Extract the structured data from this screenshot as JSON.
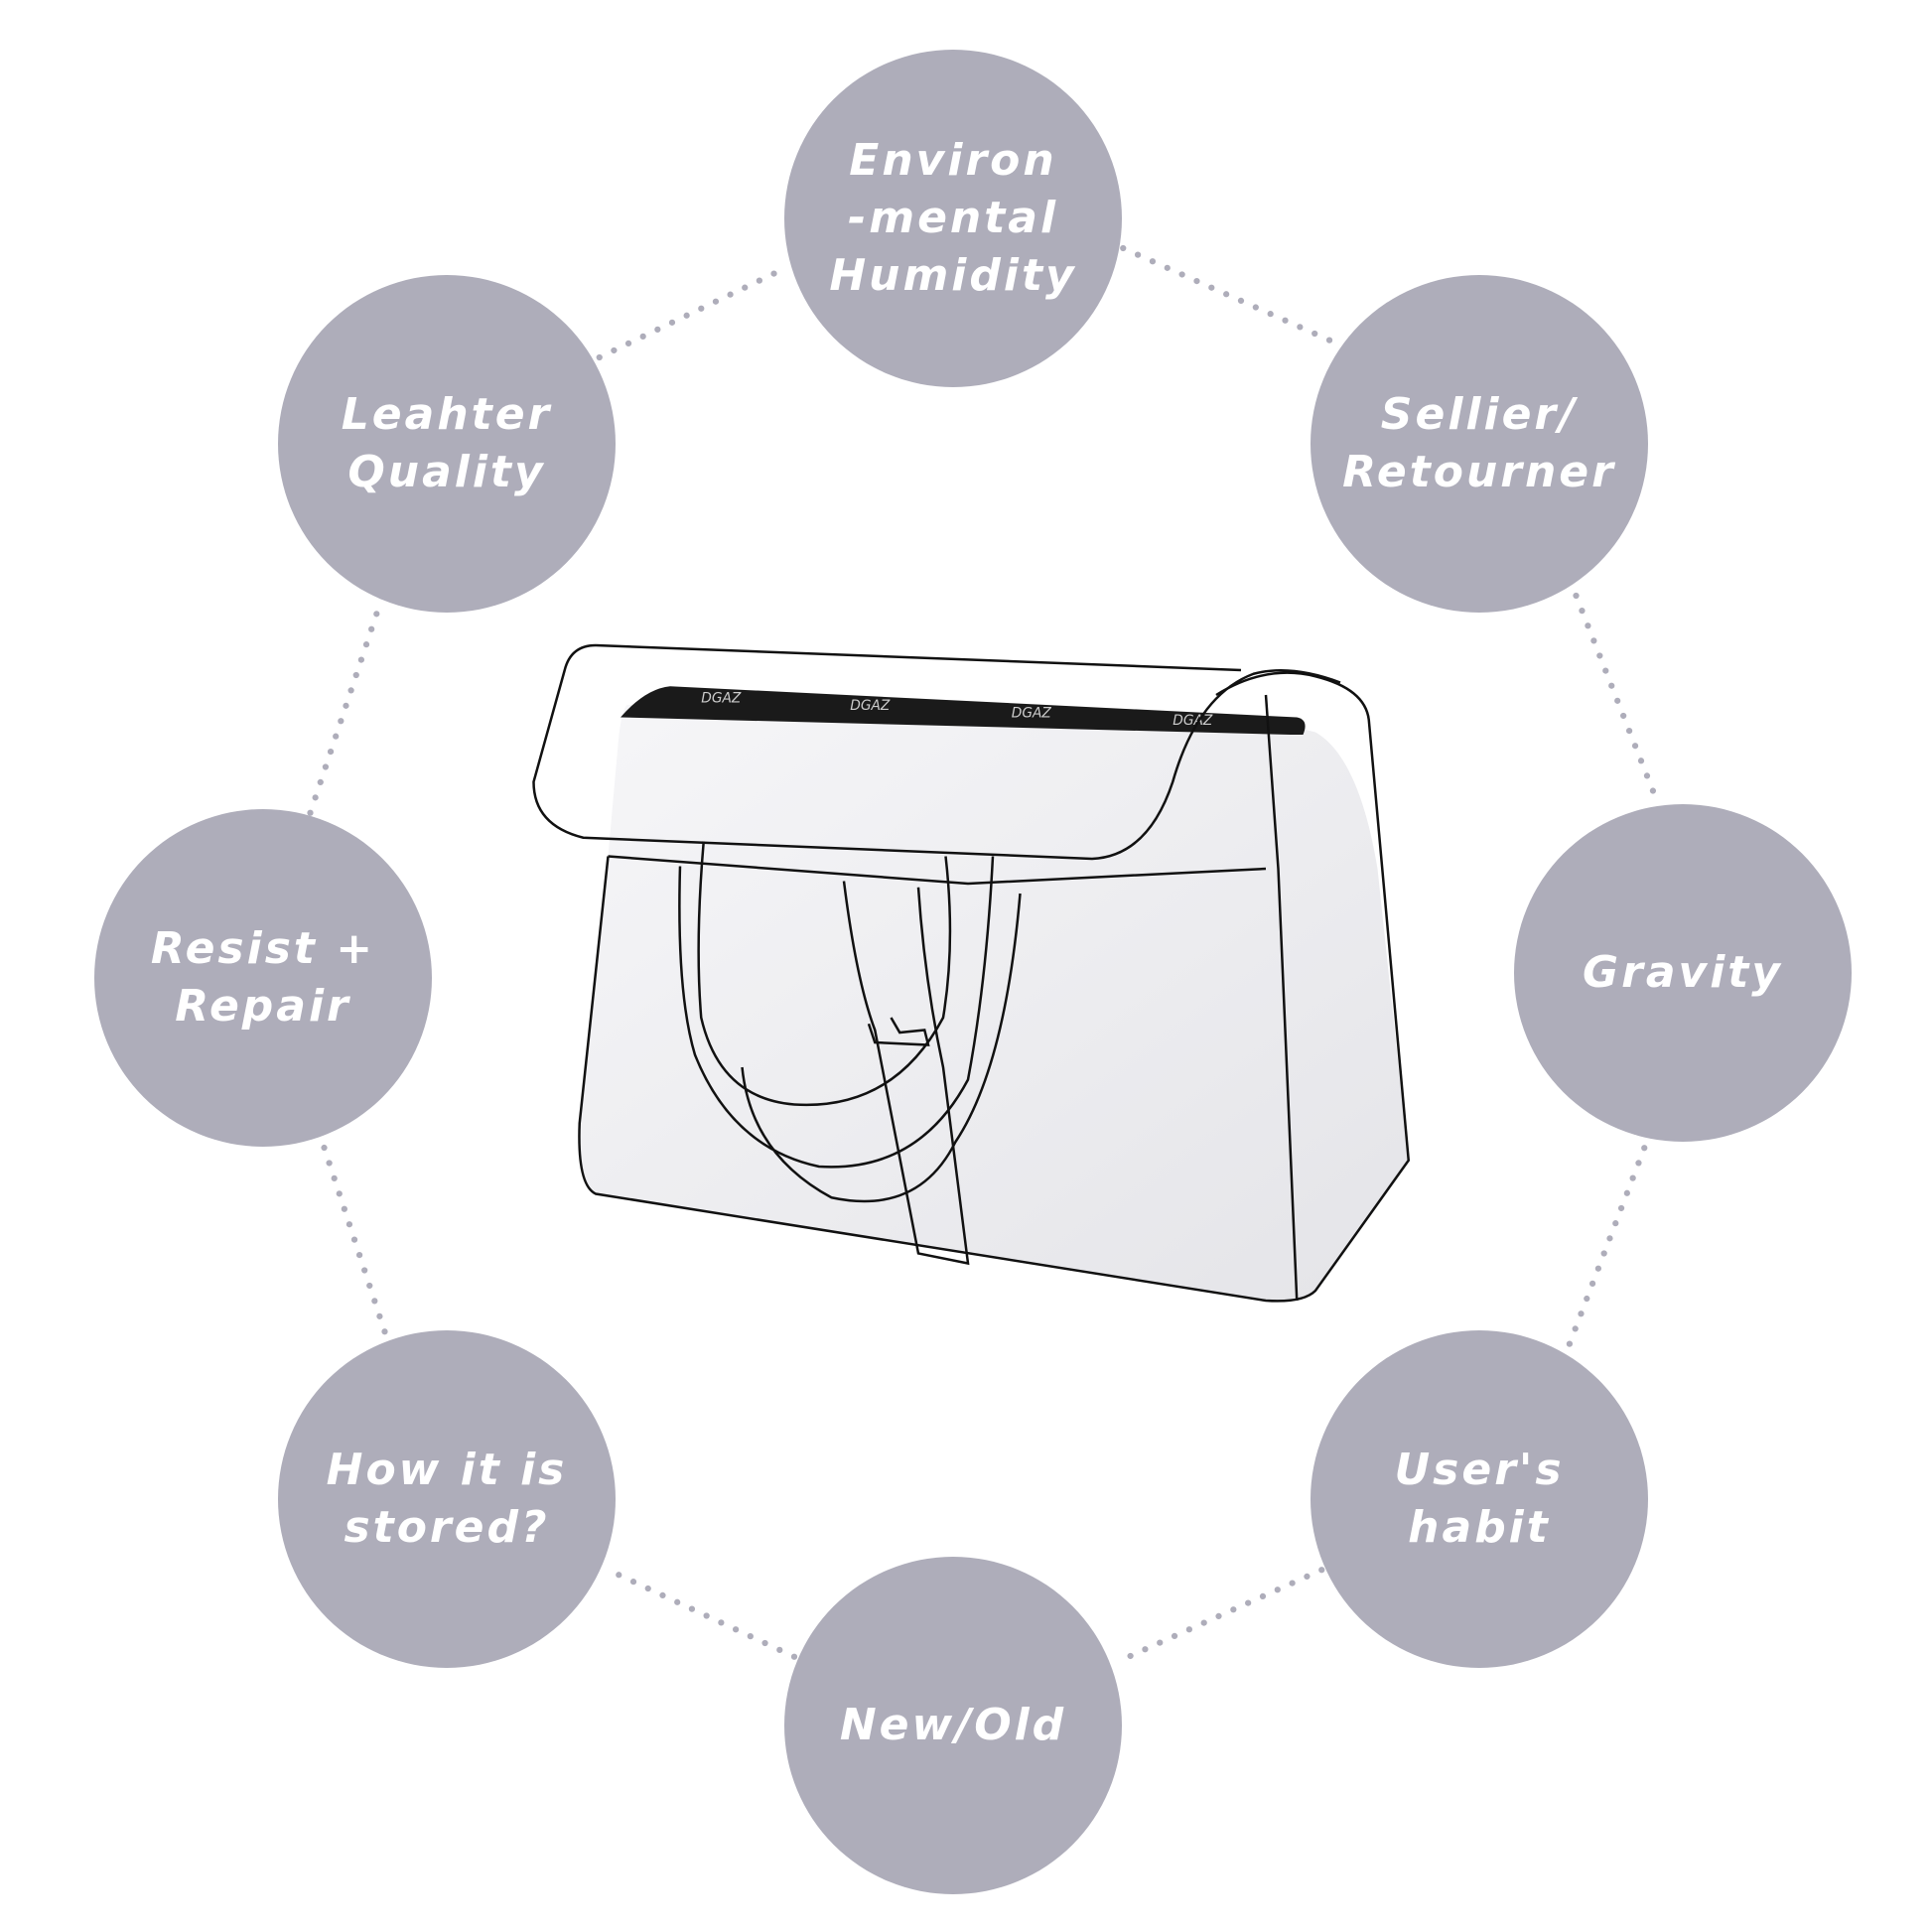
{
  "colors": {
    "circle": "#aeadba",
    "dots": "#aeadba",
    "strap": "#1a1a1a"
  },
  "bag": {
    "brand_label": "DGAZ"
  },
  "factors": [
    {
      "id": "humidity",
      "lines": [
        "Environ",
        "-mental",
        "Humidity"
      ]
    },
    {
      "id": "leather-quality",
      "lines": [
        "Leahter",
        "Quality"
      ]
    },
    {
      "id": "sellier",
      "lines": [
        "Sellier/",
        "Retourner"
      ]
    },
    {
      "id": "resist-repair",
      "lines": [
        "Resist +",
        "Repair"
      ]
    },
    {
      "id": "gravity",
      "lines": [
        "Gravity"
      ]
    },
    {
      "id": "storage",
      "lines": [
        "How it is",
        "stored?"
      ]
    },
    {
      "id": "user-habit",
      "lines": [
        "User's",
        "habit"
      ]
    },
    {
      "id": "new-old",
      "lines": [
        "New/Old"
      ]
    }
  ]
}
